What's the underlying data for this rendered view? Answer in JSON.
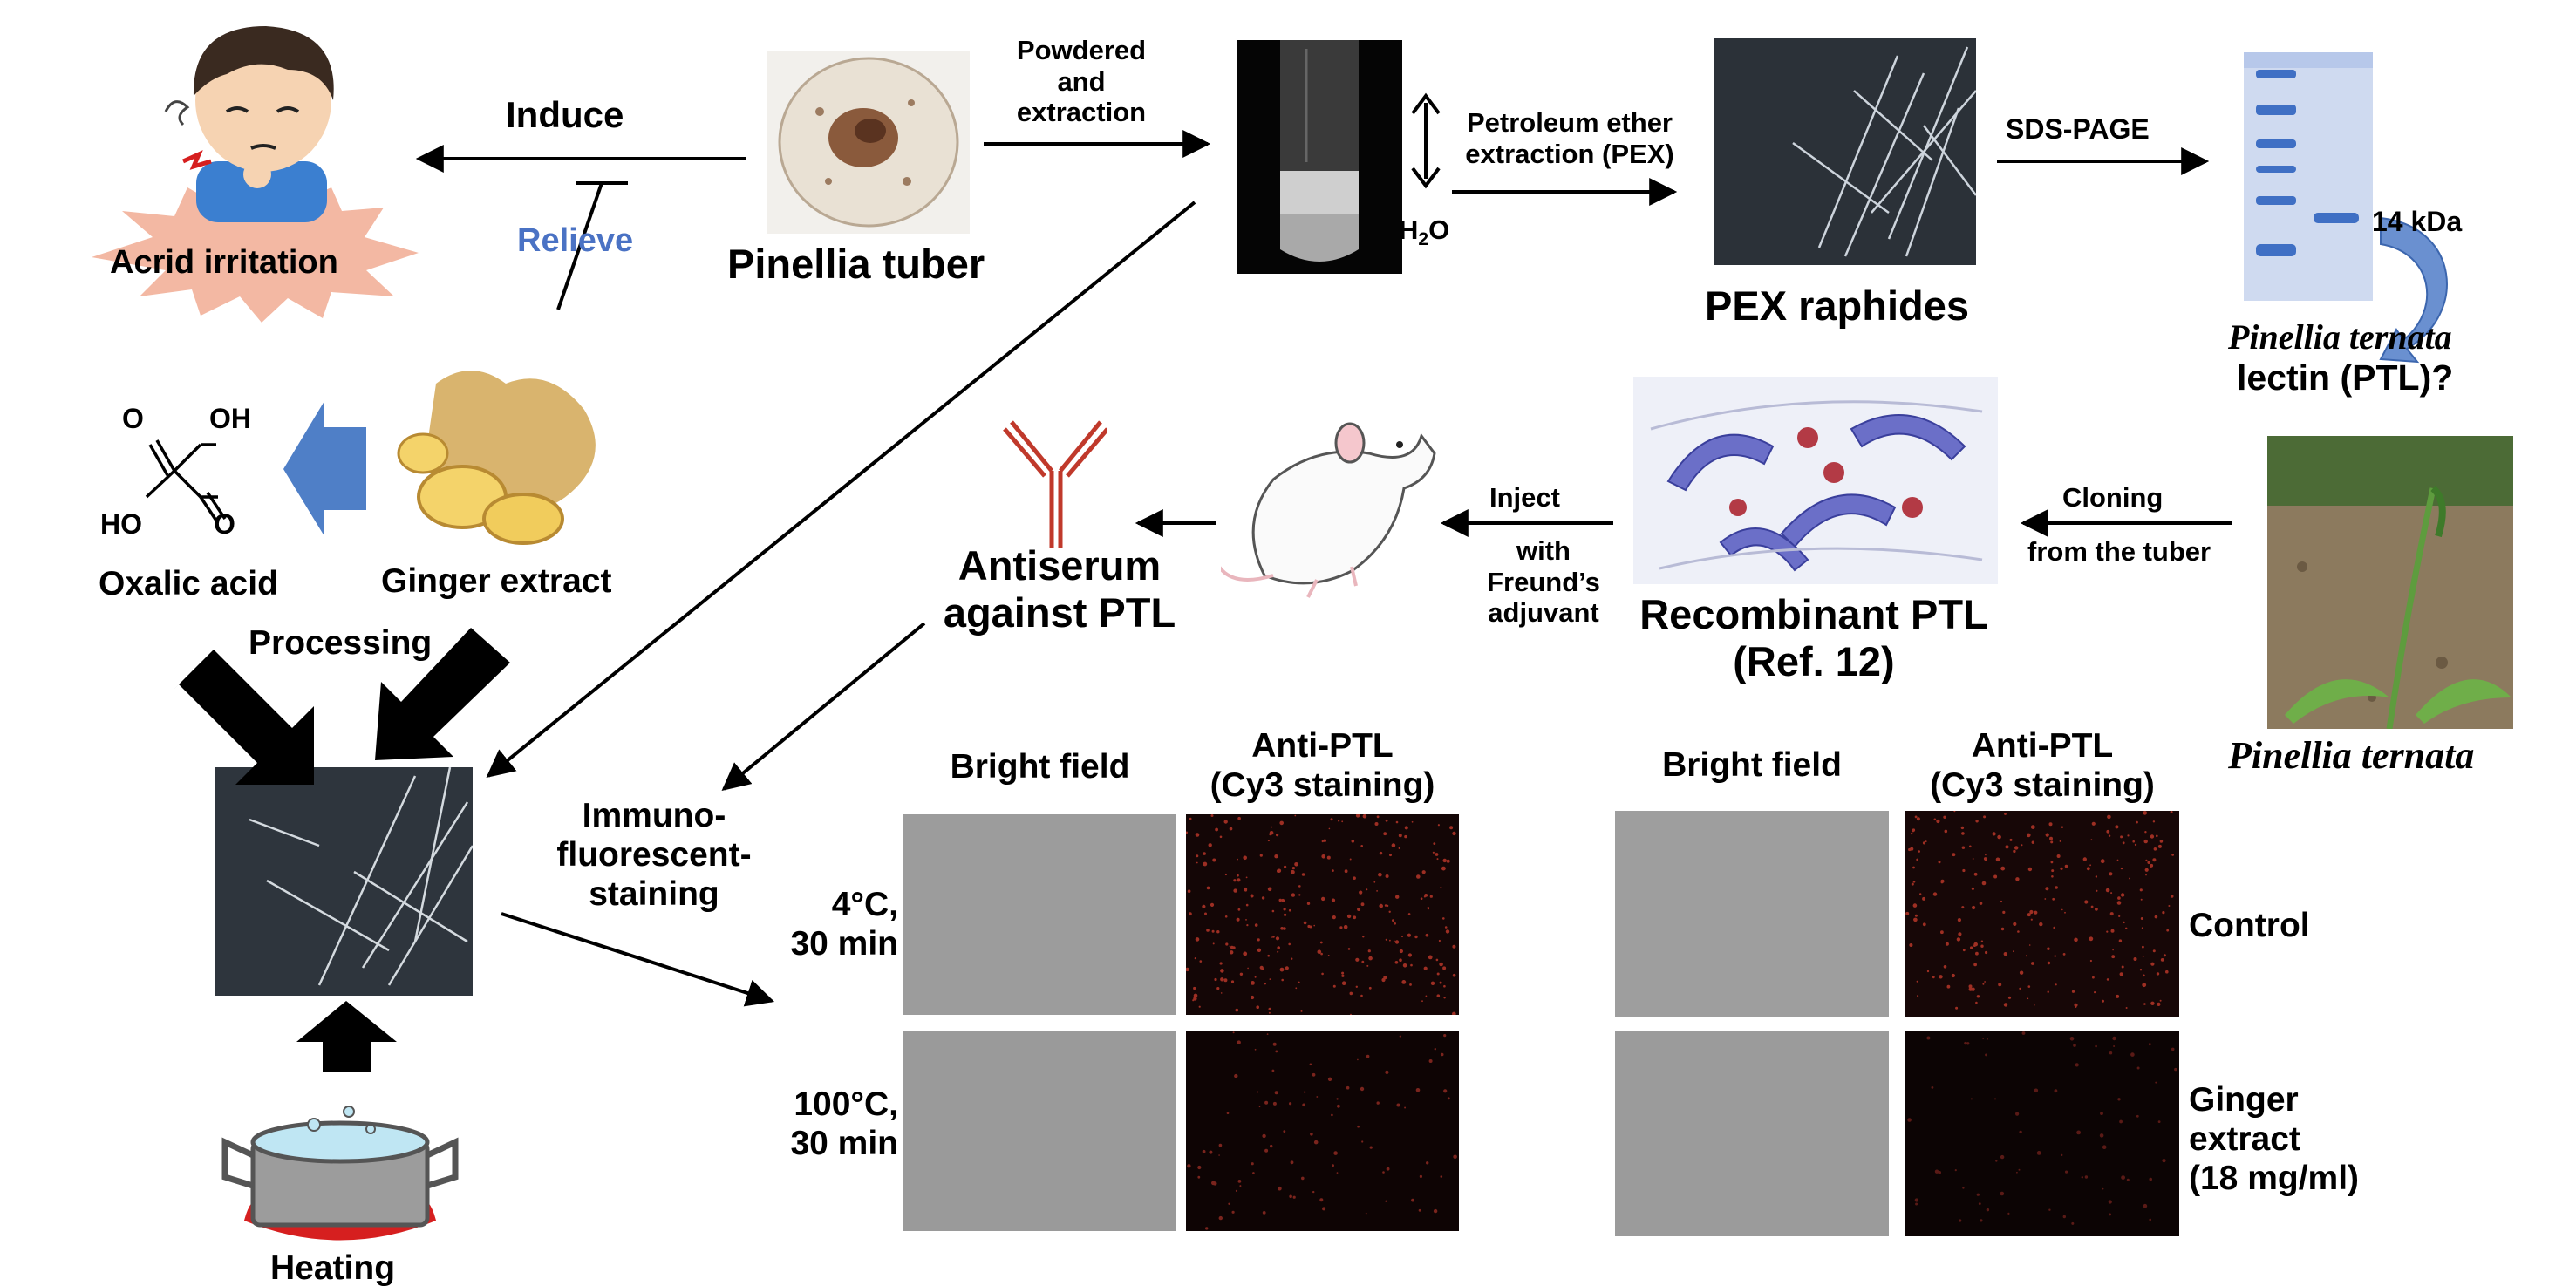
{
  "labels": {
    "induce": "Induce",
    "relieve": "Relieve",
    "acrid_irritation": "Acrid irritation",
    "pinellia_tuber": "Pinellia tuber",
    "powdered_extraction": "Powdered\nand\nextraction",
    "petroleum_ether": "Petroleum ether\nextraction (PEX)",
    "h2o_base": "H",
    "h2o_sub": "2",
    "h2o_tail": "O",
    "pex_raphides": "PEX raphides",
    "sds_page": "SDS-PAGE",
    "kda_14": "14 kDa",
    "ptl_species": "Pinellia ternata",
    "ptl_lectin": "lectin (PTL)?",
    "oxalic_acid": "Oxalic acid",
    "ginger_extract": "Ginger extract",
    "processing": "Processing",
    "heating": "Heating",
    "antiserum": "Antiserum\nagainst PTL",
    "inject": "Inject",
    "with_adjuvant": "with\nFreund’s\nadjuvant",
    "recombinant_ptl": "Recombinant PTL\n(Ref. 12)",
    "cloning": "Cloning",
    "from_tuber": "from the tuber",
    "pinellia_ternata": "Pinellia ternata",
    "immuno": "Immuno-\nfluorescent-\nstaining",
    "bright_field_1": "Bright field",
    "anti_ptl_1": "Anti-PTL\n(Cy3 staining)",
    "bright_field_2": "Bright field",
    "anti_ptl_2": "Anti-PTL\n(Cy3 staining)",
    "row_4c": "4°C,\n30 min",
    "row_100c": "100°C,\n30 min",
    "control": "Control",
    "ginger_conc": "Ginger\nextract\n(18 mg/ml)"
  },
  "chem": {
    "o_top": "O",
    "oh_top": "OH",
    "ho_bottom": "HO",
    "o_bottom": "O"
  },
  "colors": {
    "relieve": "#4a72c4",
    "irritation_burst": "#f3b8a3",
    "cy3": "#c0392b",
    "gel": "#5b86cf",
    "block_arrow": "#4f7fc7"
  }
}
